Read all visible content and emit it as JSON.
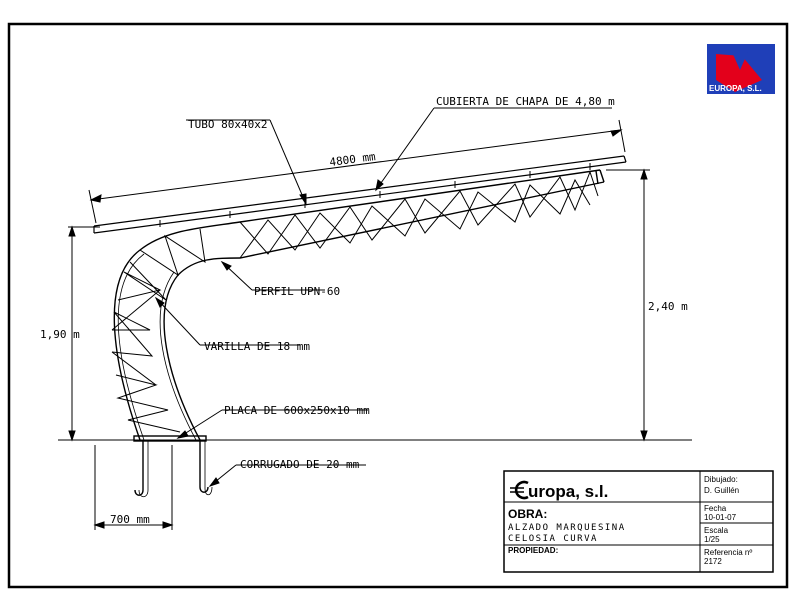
{
  "drawing": {
    "labels": {
      "cubierta": "CUBIERTA DE CHAPA DE 4,80 m",
      "tubo": "TUBO 80x40x2",
      "perfil": "PERFIL UPN-60",
      "varilla": "VARILLA DE 18 mm",
      "placa": "PLACA DE 600x250x10 mm",
      "corrugado": "CORRUGADO DE 20 mm"
    },
    "dimensions": {
      "length": "4800 mm",
      "left_height": "1,90 m",
      "right_height": "2,40 m",
      "base_width": "700 mm"
    }
  },
  "logo": {
    "text": "EUROPA, S.L.",
    "colors": {
      "blue": "#1f3fb8",
      "red": "#e3001b"
    }
  },
  "title_block": {
    "company": "uropa, s.l.",
    "obra_label": "OBRA:",
    "obra_line1": "ALZADO MARQUESINA",
    "obra_line2": "CELOSIA CURVA",
    "propiedad_label": "PROPIEDAD:",
    "dibujado_label": "Dibujado:",
    "dibujado_value": "D. Guillén",
    "fecha_label": "Fecha",
    "fecha_value": "10-01-07",
    "escala_label": "Escala",
    "escala_value": "1/25",
    "referencia_label": "Referencia nº",
    "referencia_value": "2172"
  }
}
